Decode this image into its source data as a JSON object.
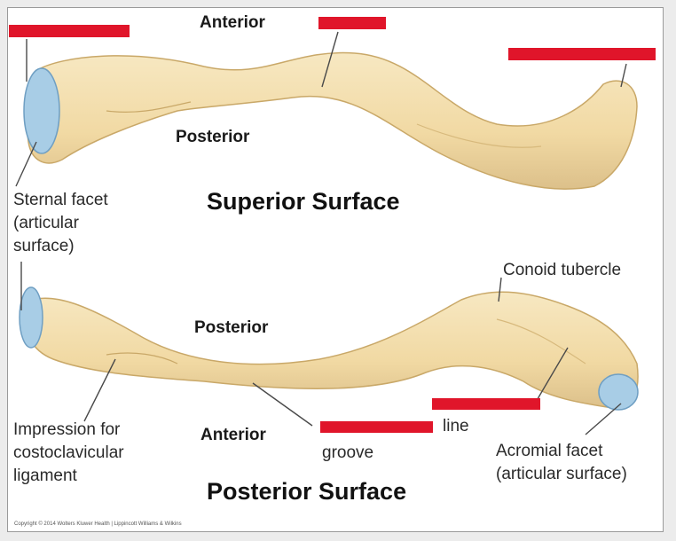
{
  "superior": {
    "title": "Superior Surface",
    "anterior": "Anterior",
    "posterior": "Posterior",
    "sternal_facet": [
      "Sternal facet",
      "(articular",
      "surface)"
    ]
  },
  "posterior_view": {
    "title": "Posterior Surface",
    "posterior": "Posterior",
    "anterior": "Anterior",
    "conoid_tubercle": "Conoid tubercle",
    "impression": [
      "Impression for",
      "costoclavicular",
      "ligament"
    ],
    "subclavian_groove_line2": "groove",
    "trapezoid_line2": "line",
    "acromial_facet": [
      "Acromial facet",
      "(articular surface)"
    ]
  },
  "copyright": "Copyright © 2014 Wolters Kluwer Health | Lippincott Williams & Wilkins",
  "colors": {
    "bone": "#f3dfae",
    "bone_shadow": "#d9bd84",
    "facet": "#a8cde6",
    "redaction": "#e0152a"
  }
}
